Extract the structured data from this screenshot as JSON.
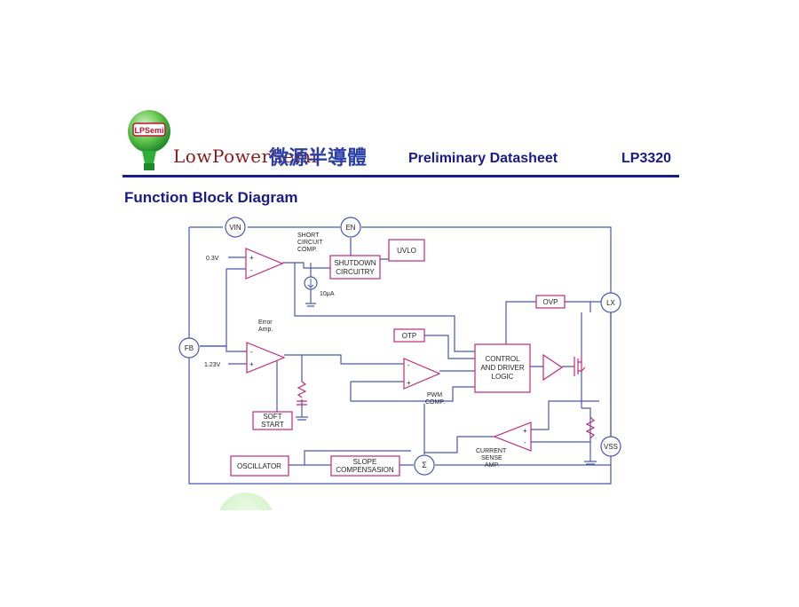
{
  "header": {
    "logo_badge": "LPSemi",
    "company_name": "LowPowerSemi",
    "company_name_cn": "微源半導體",
    "doc_title": "Preliminary Datasheet",
    "part_number": "LP3320"
  },
  "section_title": "Function Block Diagram",
  "diagram": {
    "pins": {
      "vin": "VIN",
      "en": "EN",
      "fb": "FB",
      "lx": "LX",
      "vss": "VSS"
    },
    "blocks": {
      "shutdown_line1": "SHUTDOWN",
      "shutdown_line2": "CIRCUITRY",
      "uvlo": "UVLO",
      "otp": "OTP",
      "ovp": "OVP",
      "control_line1": "CONTROL",
      "control_line2": "AND DRIVER",
      "control_line3": "LOGIC",
      "softstart_line1": "SOFT",
      "softstart_line2": "START",
      "oscillator": "OSCILLATOR",
      "slope_line1": "SLOPE",
      "slope_line2": "COMPENSASION",
      "sum": "Σ"
    },
    "labels": {
      "short_line1": "SHORT",
      "short_line2": "CIRCUIT",
      "short_line3": "COMP.",
      "v03": "0.3V",
      "current_source": "10μA",
      "error_line1": "Error",
      "error_line2": "Amp.",
      "v123": "1.23V",
      "pwm_line1": "PWM",
      "pwm_line2": "COMP.",
      "cs_line1": "CURRENT",
      "cs_line2": "SENSE",
      "cs_line3": "AMP.",
      "plus": "+",
      "minus": "-"
    }
  },
  "colors": {
    "wire": "#4a58b8",
    "block": "#c0287a",
    "title": "#1a1a8a",
    "logo_green": "#2fae3a",
    "logo_red": "#c8102e"
  }
}
